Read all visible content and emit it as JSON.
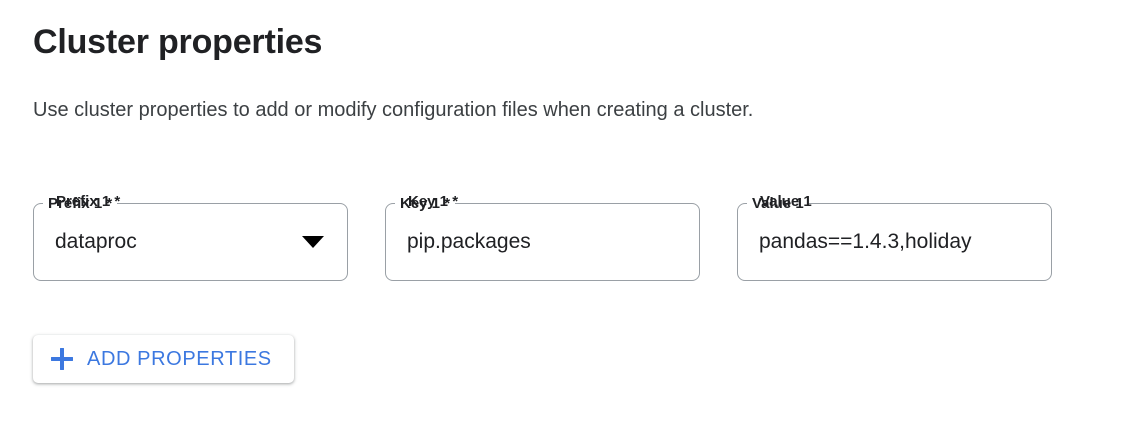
{
  "section": {
    "title": "Cluster properties",
    "description": "Use cluster properties to add or modify configuration files when creating a cluster."
  },
  "colors": {
    "accent_blue": "#3c78e0",
    "text_primary": "#202124",
    "text_secondary": "#3c4043",
    "field_border": "#9aa0a6",
    "surface": "#ffffff"
  },
  "property_row": {
    "prefix_field": {
      "label": "Prefix 1 *",
      "value": "dataproc",
      "type": "select",
      "arrow_icon": "chevron-down-icon",
      "required": true
    },
    "key_field": {
      "label": "Key 1 *",
      "value": "pip.packages",
      "placeholder": "",
      "type": "text",
      "required": true
    },
    "value_field": {
      "label": "Value 1",
      "value": "pandas==1.4.3,holiday",
      "placeholder": "",
      "type": "text",
      "required": false
    }
  },
  "actions": {
    "add_properties": {
      "label": "ADD PROPERTIES",
      "icon": "plus-icon"
    }
  }
}
